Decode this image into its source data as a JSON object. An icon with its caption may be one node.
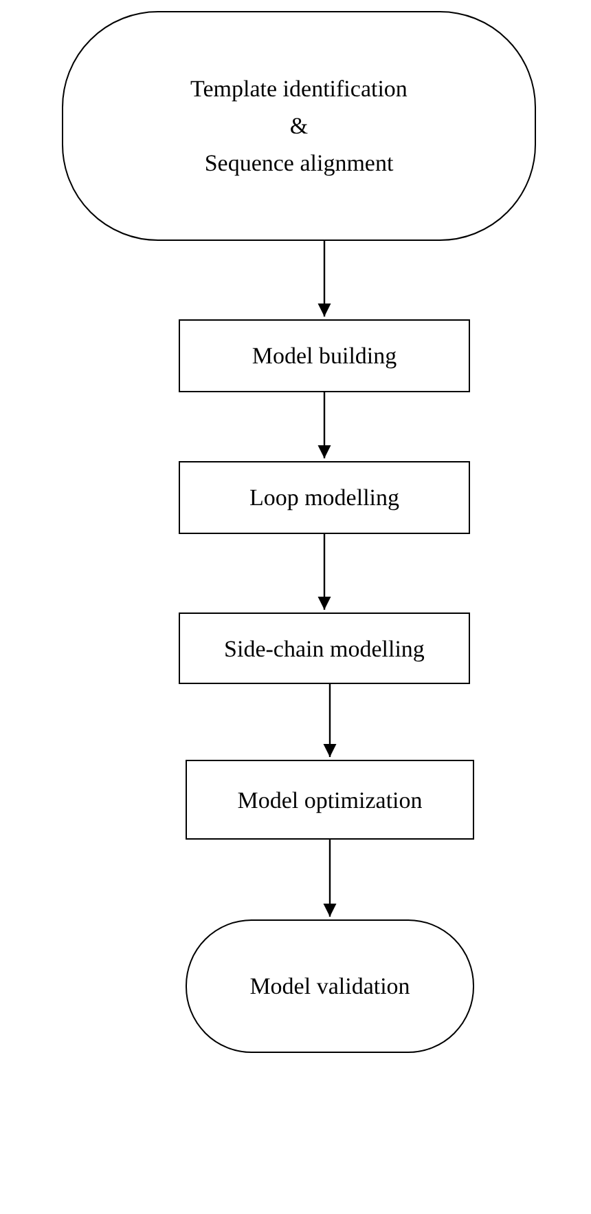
{
  "diagram": {
    "nodes": [
      {
        "text": [
          "Template identification",
          "&",
          "Sequence alignment"
        ]
      },
      {
        "text": [
          "Model building"
        ]
      },
      {
        "text": [
          "Loop modelling"
        ]
      },
      {
        "text": [
          "Side-chain modelling"
        ]
      },
      {
        "text": [
          "Model optimization"
        ]
      },
      {
        "text": [
          "Model validation"
        ]
      }
    ],
    "edges": [
      {
        "from": 0,
        "to": 1,
        "arrow": "to"
      },
      {
        "from": 1,
        "to": 2,
        "arrow": "to"
      },
      {
        "from": 2,
        "to": 3,
        "arrow": "to"
      },
      {
        "from": 3,
        "to": 4,
        "arrow": "to"
      },
      {
        "from": 4,
        "to": 5,
        "arrow": "to"
      }
    ]
  }
}
